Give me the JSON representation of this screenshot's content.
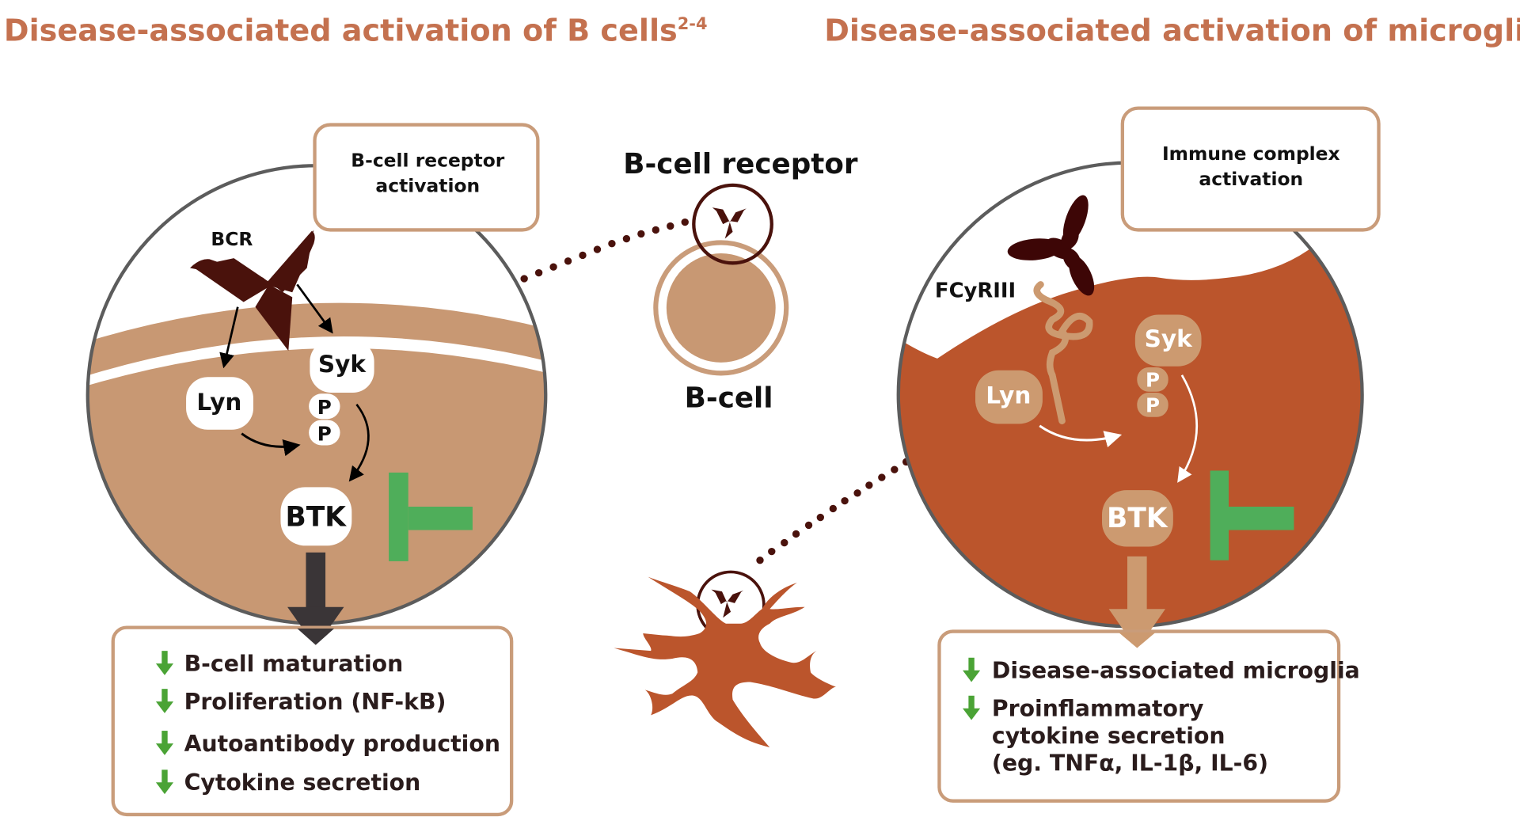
{
  "colors": {
    "title": "#c4714f",
    "bcell_fill": "#c89873",
    "microglia_fill": "#bb552c",
    "receptor": "#4a120c",
    "inhibitor_green": "#4fae5a",
    "down_arrow_green": "#4aa335",
    "box_border": "#c99c7a",
    "circle_border": "#5c5c5c",
    "left_output_arrow": "#3a3537",
    "right_node_fill": "#cc9a70",
    "text_dark": "#2a1c1c"
  },
  "left_panel": {
    "title": "Disease-associated activation of B cells",
    "title_superscript": "2-4",
    "label_box": {
      "line1": "B-cell receptor",
      "line2": "activation"
    },
    "receptor_label": "BCR",
    "nodes": {
      "lyn": "Lyn",
      "syk": "Syk",
      "p1": "P",
      "p2": "P",
      "btk": "BTK"
    },
    "outcomes": [
      "B-cell maturation",
      "Proliferation (NF-kB)",
      "Autoantibody production",
      "Cytokine secretion"
    ]
  },
  "center": {
    "receptor_title": "B-cell receptor",
    "cell_label": "B-cell"
  },
  "right_panel": {
    "title": "Disease-associated activation of microglia",
    "title_superscript": "2-4",
    "label_box": {
      "line1": "Immune complex",
      "line2": "activation"
    },
    "receptor_label": "FCyRIII",
    "nodes": {
      "lyn": "Lyn",
      "syk": "Syk",
      "p1": "P",
      "p2": "P",
      "btk": "BTK"
    },
    "outcomes": [
      {
        "lines": [
          "Disease-associated microglia"
        ]
      },
      {
        "lines": [
          "Proinflammatory",
          "cytokine secretion",
          "(eg. TNFα, IL-1β, IL-6)"
        ]
      }
    ]
  }
}
